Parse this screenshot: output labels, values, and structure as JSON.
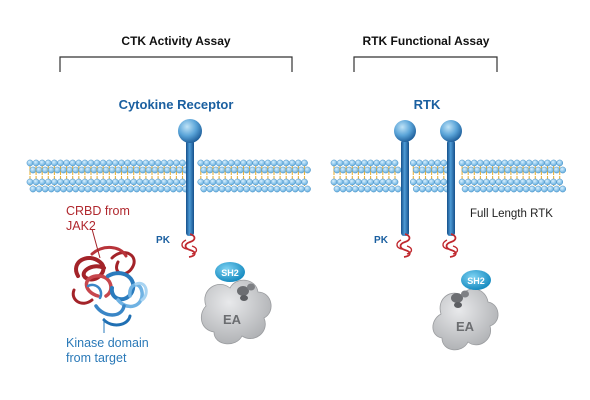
{
  "assays": {
    "ctk_title": "CTK Activity Assay",
    "rtk_title": "RTK Functional Assay"
  },
  "receptors": {
    "cytokine_label": "Cytokine Receptor",
    "rtk_label": "RTK",
    "full_length_label": "Full Length RTK"
  },
  "annotations": {
    "pk_left": "PK",
    "pk_right": "PK",
    "crbd_line1": "CRBD from",
    "crbd_line2": "JAK2",
    "kinase_line1": "Kinase domain",
    "kinase_line2": "from target"
  },
  "fragments": {
    "sh2_left": "SH2",
    "sh2_right": "SH2",
    "ea_left": "EA",
    "ea_right": "EA"
  },
  "colors": {
    "blue_title": "#1a5fa0",
    "red_label": "#b0282e",
    "blue_label": "#2a79b8",
    "lipid_head": "#6fb6e0",
    "lipid_tail": "#e8b23c",
    "receptor": "#1f6fb3",
    "sh2": "#1aa3d6",
    "ea": "#c9cacc"
  }
}
